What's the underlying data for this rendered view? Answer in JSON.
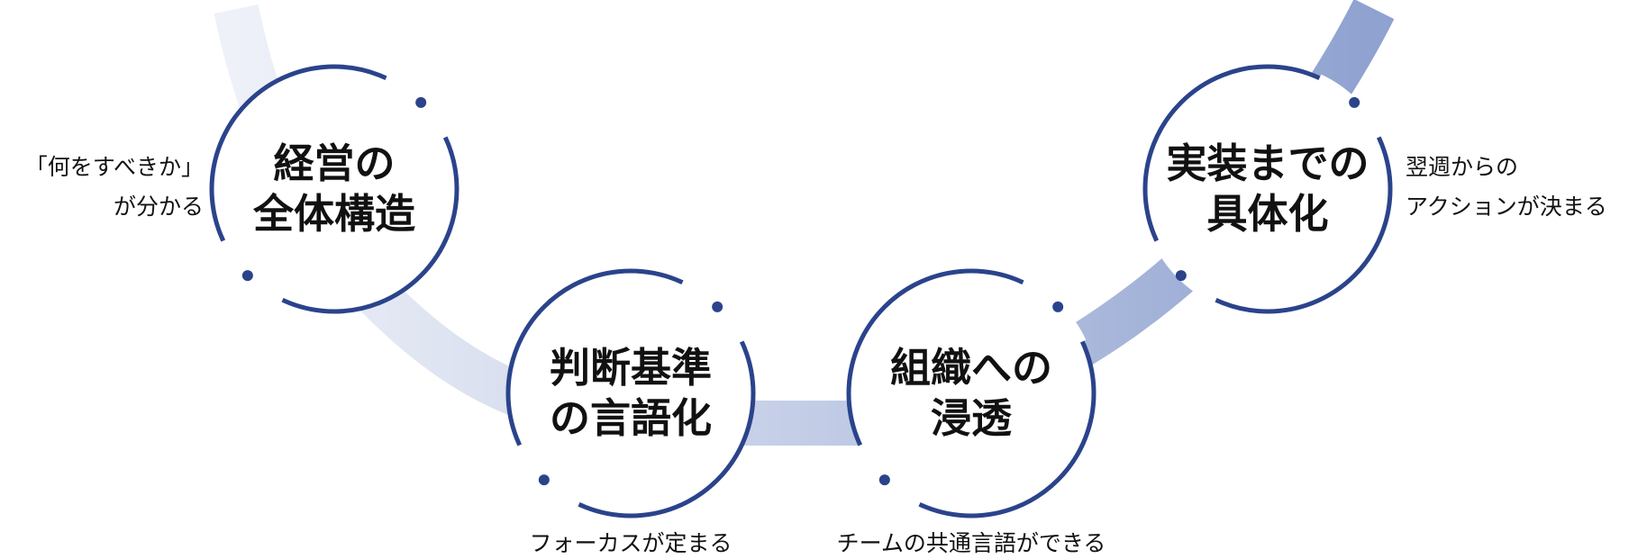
{
  "colors": {
    "ring": "#2a438b",
    "ribbon_start": "#e8ecf6",
    "ribbon_end": "#8fa2d0"
  },
  "steps": [
    {
      "title_lines": [
        "経営の",
        "全体構造"
      ],
      "note_lines": [
        "「何をすべきか」",
        "が分かる"
      ]
    },
    {
      "title_lines": [
        "判断基準",
        "の言語化"
      ],
      "note_lines": [
        "フォーカスが定まる"
      ]
    },
    {
      "title_lines": [
        "組織への",
        "浸透"
      ],
      "note_lines": [
        "チームの共通言語ができる"
      ]
    },
    {
      "title_lines": [
        "実装までの",
        "具体化"
      ],
      "note_lines": [
        "翌週からの",
        "アクションが決まる"
      ]
    }
  ]
}
